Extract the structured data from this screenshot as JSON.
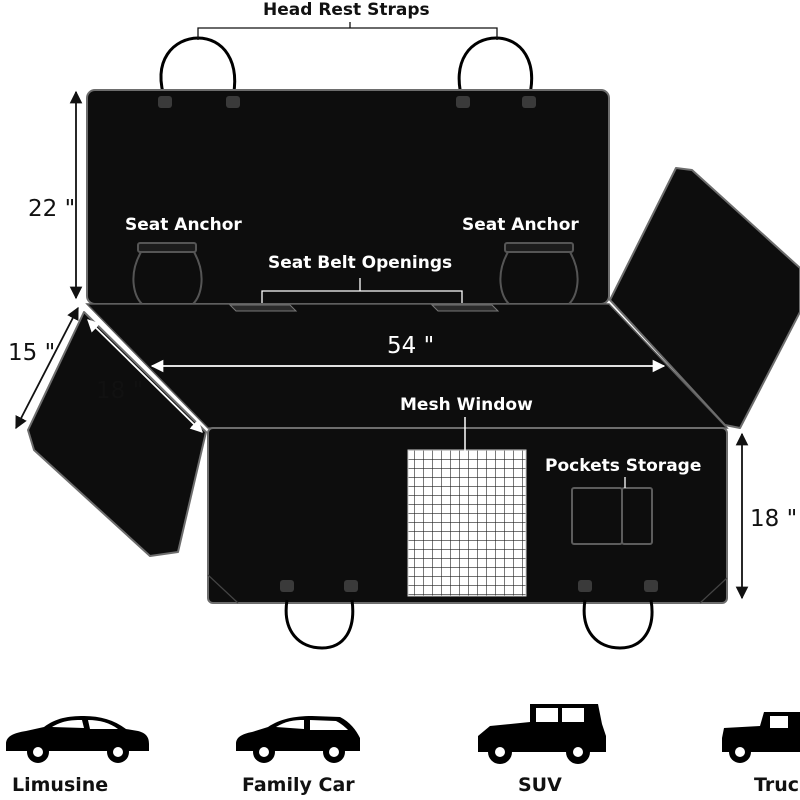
{
  "labels": {
    "head_rest_straps": "Head Rest Straps",
    "seat_anchor_left": "Seat Anchor",
    "seat_anchor_right": "Seat Anchor",
    "seat_belt_openings": "Seat Belt Openings",
    "mesh_window": "Mesh Window",
    "pockets_storage": "Pockets Storage"
  },
  "dimensions": {
    "back_height": "22 \"",
    "side_flap_width": "15 \"",
    "side_flap_length": "18 \"",
    "seat_width": "54 \"",
    "front_drop": "18 \""
  },
  "vehicles": [
    {
      "label": "Limusine",
      "icon": "sedan-icon"
    },
    {
      "label": "Family Car",
      "icon": "hatchback-icon"
    },
    {
      "label": "SUV",
      "icon": "suv-icon"
    },
    {
      "label": "Truc",
      "icon": "truck-icon"
    }
  ],
  "colors": {
    "cover": "#0d0d0d",
    "mesh": "#ffffff",
    "text_on_dark": "#ffffff",
    "text_on_light": "#111111"
  }
}
